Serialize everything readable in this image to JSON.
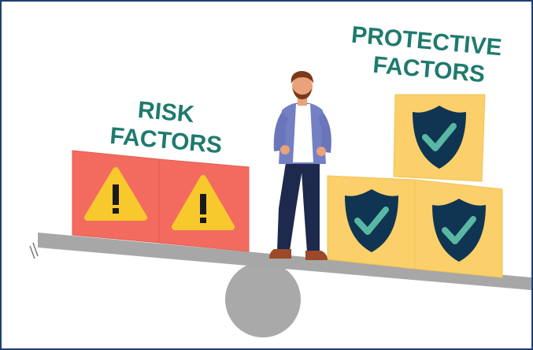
{
  "risk": {
    "title_line1": "RISK",
    "title_line2": "FACTORS",
    "title_color": "#1f7a6e",
    "box_color": "#f36b5f",
    "warning_color": "#f8c92d"
  },
  "protective": {
    "title_line1": "PROTECTIVE",
    "title_line2": "FACTORS",
    "title_color": "#1f7a6e",
    "box_color": "#fbcf6a",
    "shield_color": "#0f3552",
    "check_color": "#59b8a3"
  },
  "scale": {
    "beam_color": "#a7a7a7",
    "fulcrum_color": "#a9a9a9"
  },
  "person": {
    "skin_color": "#e9a27b",
    "hair_color": "#7a3a1a",
    "jacket_color": "#7480c4",
    "shirt_color": "#ffffff",
    "pants_color": "#1d2a4d",
    "shoe_color": "#9a4a28"
  },
  "icons": [
    "warning-icon",
    "shield-check-icon"
  ]
}
